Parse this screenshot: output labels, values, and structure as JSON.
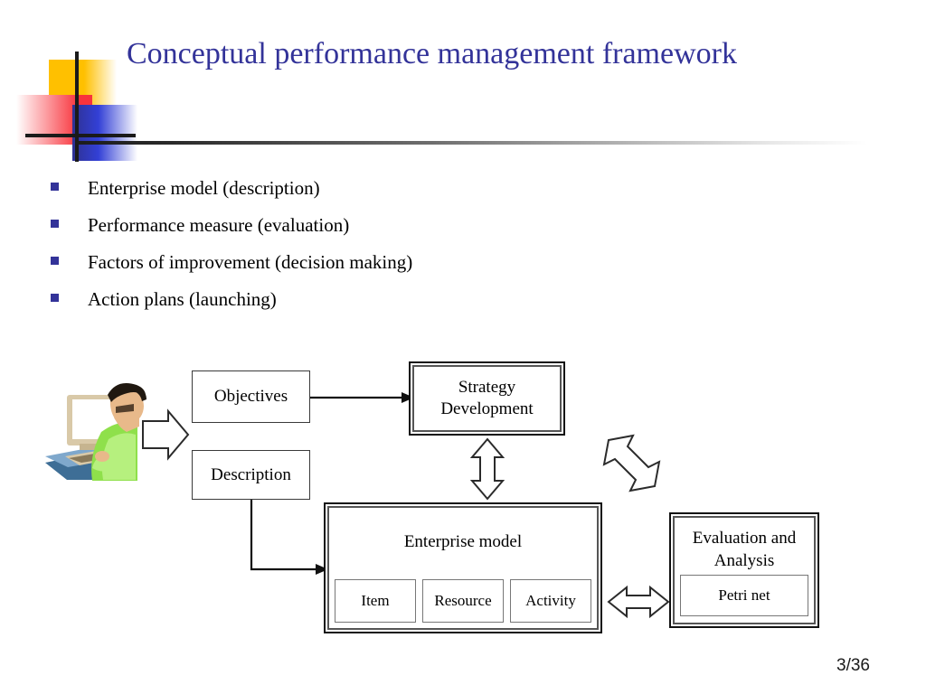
{
  "slide": {
    "title": "Conceptual performance management framework",
    "page_number": "3/36",
    "title_color": "#333399",
    "bullet_color": "#333399"
  },
  "bullets": [
    {
      "text": "Enterprise model (description)"
    },
    {
      "text": "Performance measure (evaluation)"
    },
    {
      "text": "Factors of improvement (decision making)"
    },
    {
      "text": "Action plans (launching)"
    }
  ],
  "diagram": {
    "objectives": "Objectives",
    "description": "Description",
    "strategy": "Strategy Development",
    "enterprise": {
      "title": "Enterprise model",
      "components": [
        "Item",
        "Resource",
        "Activity"
      ]
    },
    "evaluation": {
      "title": "Evaluation and Analysis",
      "method": "Petri net"
    }
  }
}
